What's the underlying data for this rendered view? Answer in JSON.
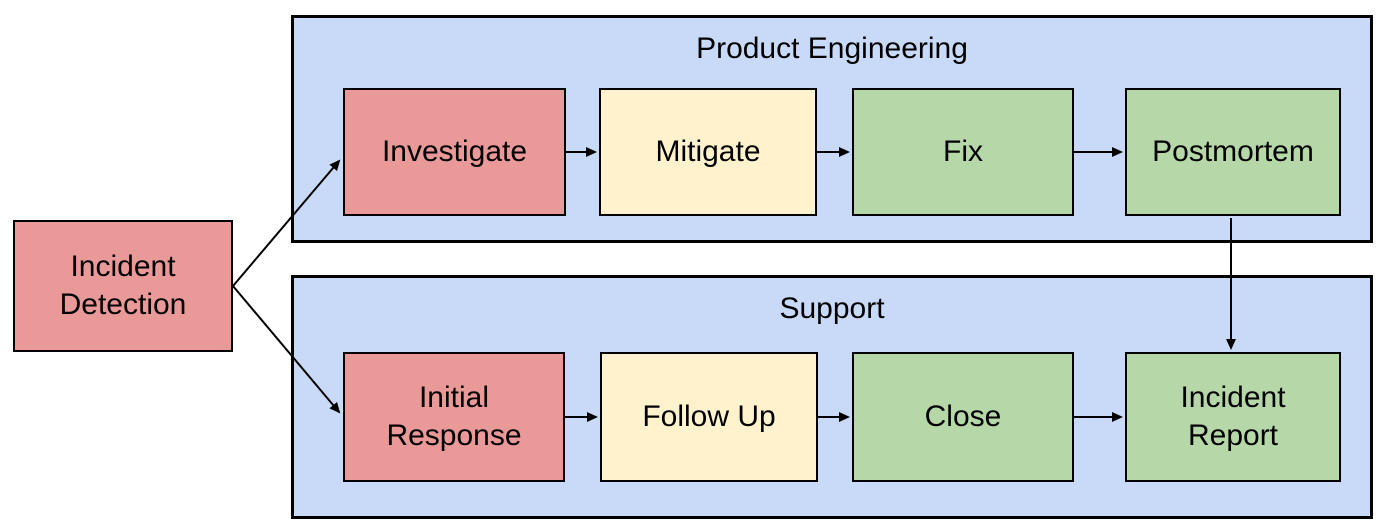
{
  "diagram": {
    "type": "flowchart",
    "lanes": {
      "product_engineering": {
        "label": "Product Engineering"
      },
      "support": {
        "label": "Support"
      }
    },
    "nodes": {
      "incident_detection": {
        "label": "Incident Detection",
        "color": "#ea9999",
        "lane": null
      },
      "investigate": {
        "label": "Investigate",
        "color": "#ea9999",
        "lane": "Product Engineering"
      },
      "mitigate": {
        "label": "Mitigate",
        "color": "#fff2cc",
        "lane": "Product Engineering"
      },
      "fix": {
        "label": "Fix",
        "color": "#b6d7a8",
        "lane": "Product Engineering"
      },
      "postmortem": {
        "label": "Postmortem",
        "color": "#b6d7a8",
        "lane": "Product Engineering"
      },
      "initial_response": {
        "label": "Initial Response",
        "color": "#ea9999",
        "lane": "Support"
      },
      "follow_up": {
        "label": "Follow Up",
        "color": "#fff2cc",
        "lane": "Support"
      },
      "close": {
        "label": "Close",
        "color": "#b6d7a8",
        "lane": "Support"
      },
      "incident_report": {
        "label": "Incident Report",
        "color": "#b6d7a8",
        "lane": "Support"
      }
    },
    "edges": [
      {
        "from": "incident_detection",
        "to": "investigate"
      },
      {
        "from": "incident_detection",
        "to": "initial_response"
      },
      {
        "from": "investigate",
        "to": "mitigate"
      },
      {
        "from": "mitigate",
        "to": "fix"
      },
      {
        "from": "fix",
        "to": "postmortem"
      },
      {
        "from": "initial_response",
        "to": "follow_up"
      },
      {
        "from": "follow_up",
        "to": "close"
      },
      {
        "from": "close",
        "to": "incident_report"
      },
      {
        "from": "postmortem",
        "to": "incident_report"
      }
    ],
    "colors": {
      "lane_fill": "#c9daf8",
      "red_fill": "#ea9999",
      "yellow_fill": "#fff2cc",
      "green_fill": "#b6d7a8",
      "border": "#000000",
      "arrow": "#000000",
      "background": "#ffffff"
    }
  }
}
